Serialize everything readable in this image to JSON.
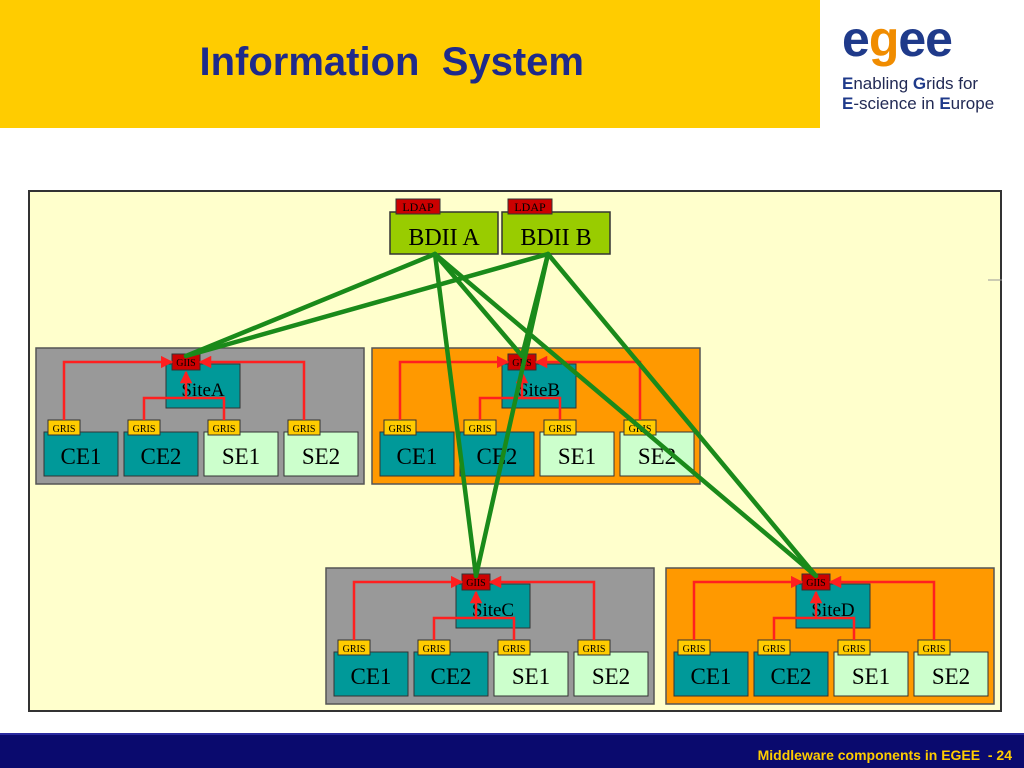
{
  "title": "Information  System",
  "logo": {
    "wordmark": "egee",
    "line1_parts": [
      "E",
      "nabling ",
      "G",
      "rids for"
    ],
    "line2_parts": [
      "E",
      "-science in ",
      "E",
      "urope"
    ]
  },
  "footer": {
    "text": "Middleware components in EGEE  - 24"
  },
  "diagram": {
    "bdii": [
      {
        "tag": "LDAP",
        "label": "BDII A"
      },
      {
        "tag": "LDAP",
        "label": "BDII B"
      }
    ],
    "sites": [
      {
        "label": "SiteA",
        "giis": "GIIS",
        "color": "gray",
        "nodes": [
          {
            "label": "CE1",
            "gris": "GRIS",
            "kind": "ce"
          },
          {
            "label": "CE2",
            "gris": "GRIS",
            "kind": "ce"
          },
          {
            "label": "SE1",
            "gris": "GRIS",
            "kind": "se"
          },
          {
            "label": "SE2",
            "gris": "GRIS",
            "kind": "se"
          }
        ]
      },
      {
        "label": "SiteB",
        "giis": "GIIS",
        "color": "orange",
        "nodes": [
          {
            "label": "CE1",
            "gris": "GRIS",
            "kind": "ce"
          },
          {
            "label": "CE2",
            "gris": "GRIS",
            "kind": "ce"
          },
          {
            "label": "SE1",
            "gris": "GRIS",
            "kind": "se"
          },
          {
            "label": "SE2",
            "gris": "GRIS",
            "kind": "se"
          }
        ]
      },
      {
        "label": "SiteC",
        "giis": "GIIS",
        "color": "gray",
        "nodes": [
          {
            "label": "CE1",
            "gris": "GRIS",
            "kind": "ce"
          },
          {
            "label": "CE2",
            "gris": "GRIS",
            "kind": "ce"
          },
          {
            "label": "SE1",
            "gris": "GRIS",
            "kind": "se"
          },
          {
            "label": "SE2",
            "gris": "GRIS",
            "kind": "se"
          }
        ]
      },
      {
        "label": "SiteD",
        "giis": "GIIS",
        "color": "orange",
        "nodes": [
          {
            "label": "CE1",
            "gris": "GRIS",
            "kind": "ce"
          },
          {
            "label": "CE2",
            "gris": "GRIS",
            "kind": "ce"
          },
          {
            "label": "SE1",
            "gris": "GRIS",
            "kind": "se"
          },
          {
            "label": "SE2",
            "gris": "GRIS",
            "kind": "se"
          }
        ]
      }
    ],
    "colors": {
      "background": "#ffffcc",
      "bdii_fill": "#99cc00",
      "ldap_fill": "#cc0000",
      "gray_site": "#999999",
      "orange_site": "#ff9900",
      "ce_fill": "#009999",
      "se_fill": "#ccffcc",
      "gris_fill": "#ffcc00",
      "giis_fill": "#cc0000",
      "green_link": "#1a8a1a",
      "red_link": "#ff2020"
    }
  }
}
